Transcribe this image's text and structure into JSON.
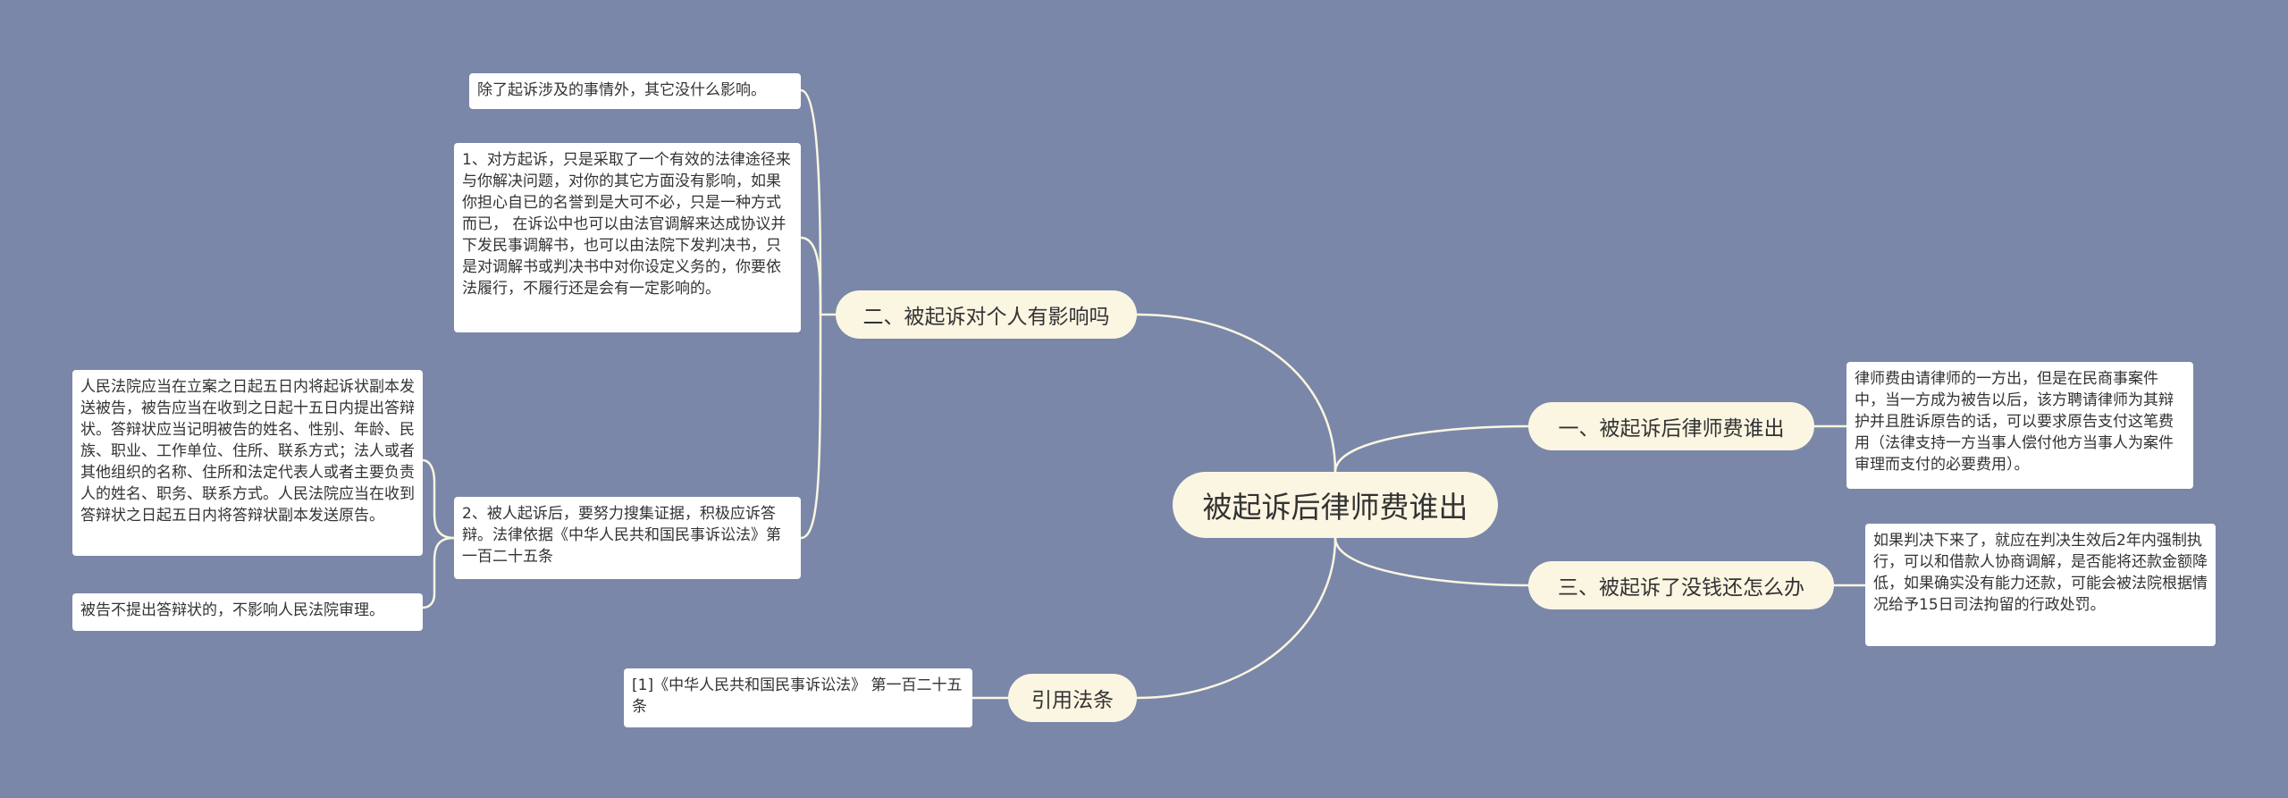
{
  "mindmap": {
    "root": {
      "label": "被起诉后律师费谁出"
    },
    "branches": [
      {
        "label": "一、被起诉后律师费谁出",
        "notes": [
          "律师费由请律师的一方出，但是在民商事案件中，当一方成为被告以后，该方聘请律师为其辩护并且胜诉原告的话，可以要求原告支付这笔费用（法律支持一方当事人偿付他方当事人为案件审理而支付的必要费用）。"
        ]
      },
      {
        "label": "二、被起诉对个人有影响吗",
        "notes": [
          "除了起诉涉及的事情外，其它没什么影响。",
          "1、对方起诉，只是采取了一个有效的法律途径来与你解决问题，对你的其它方面没有影响，如果你担心自已的名誉到是大可不必，只是一种方式而已，  在诉讼中也可以由法官调解来达成协议并下发民事调解书，也可以由法院下发判决书，只是对调解书或判决书中对你设定义务的，你要依法履行，不履行还是会有一定影响的。",
          "2、被人起诉后，要努力搜集证据，积极应诉答辩。法律依据《中华人民共和国民事诉讼法》第一百二十五条"
        ],
        "sub_notes": [
          "人民法院应当在立案之日起五日内将起诉状副本发送被告，被告应当在收到之日起十五日内提出答辩状。答辩状应当记明被告的姓名、性别、年龄、民族、职业、工作单位、住所、联系方式；法人或者其他组织的名称、住所和法定代表人或者主要负责人的姓名、职务、联系方式。人民法院应当在收到答辩状之日起五日内将答辩状副本发送原告。",
          "被告不提出答辩状的，不影响人民法院审理。"
        ]
      },
      {
        "label": "三、被起诉了没钱还怎么办",
        "notes": [
          "如果判决下来了，就应在判决生效后2年内强制执行，可以和借款人协商调解，是否能将还款金额降低，如果确实没有能力还款，可能会被法院根据情况给予15日司法拘留的行政处罚。"
        ]
      },
      {
        "label": "引用法条",
        "notes": [
          "[1]《中华人民共和国民事诉讼法》 第一百二十五条"
        ]
      }
    ],
    "colors": {
      "background": "#7a87a8",
      "node_fill": "#fbf6e2",
      "note_fill": "#ffffff",
      "connector": "#fbf6e2",
      "text": "#333333"
    }
  }
}
